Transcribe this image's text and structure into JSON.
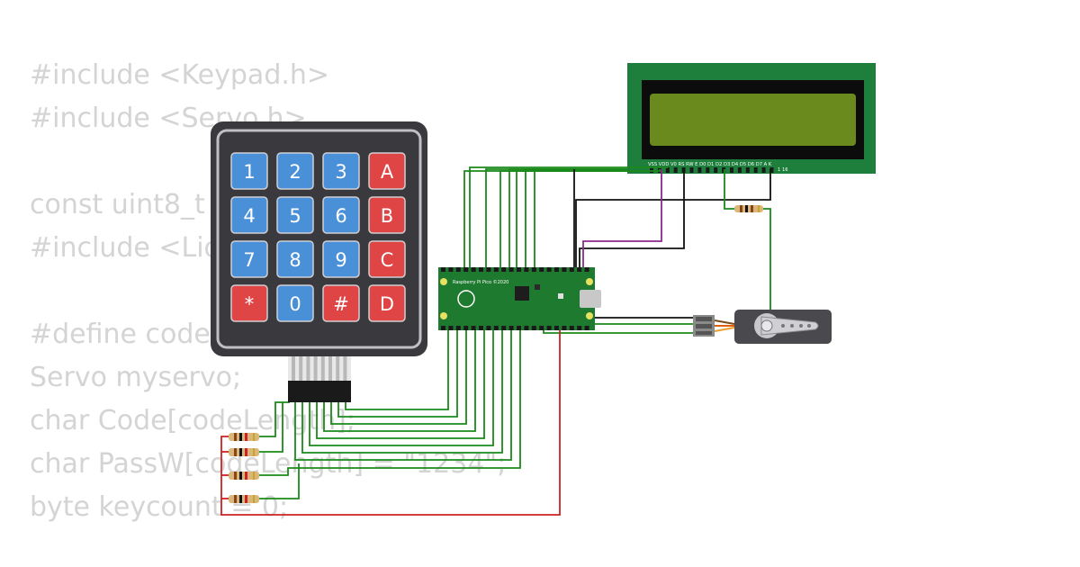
{
  "code_lines": [
    "#include <Keypad.h>",
    "#include <Servo.h>",
    "",
    "const uint8_t ",
    "#include <Liq",
    "",
    "#define codel",
    "Servo myservo;",
    "char Code[codeLength];",
    "char PassW[codeLength] = \"1234\";",
    "byte keycount = 0;"
  ],
  "keypad": {
    "keys": [
      [
        "1",
        "2",
        "3",
        "A"
      ],
      [
        "4",
        "5",
        "6",
        "B"
      ],
      [
        "7",
        "8",
        "9",
        "C"
      ],
      [
        "*",
        "0",
        "#",
        "D"
      ]
    ],
    "colors": {
      "number_key": "#4a90d9",
      "letter_key": "#e04545",
      "body": "#3a3a3e",
      "frame": "#bfbfc4"
    }
  },
  "pico": {
    "label": "Raspberry Pi Pico ©2020",
    "board_color": "#1e7a2e"
  },
  "lcd": {
    "pin_labels": "VSS VDD V0 RS RW E D0 D1 D2 D3 D4 D5 D6 D7 A K",
    "pin_numbers": "1 16",
    "colors": {
      "pcb": "#1e7f3c",
      "bezel": "#0c0c0c",
      "screen": "#6b8a1e"
    }
  },
  "wire_colors": {
    "signal": "#1a8a1a",
    "ground": "#111111",
    "contrast": "#8a2a8a",
    "power": "#cc2222"
  }
}
